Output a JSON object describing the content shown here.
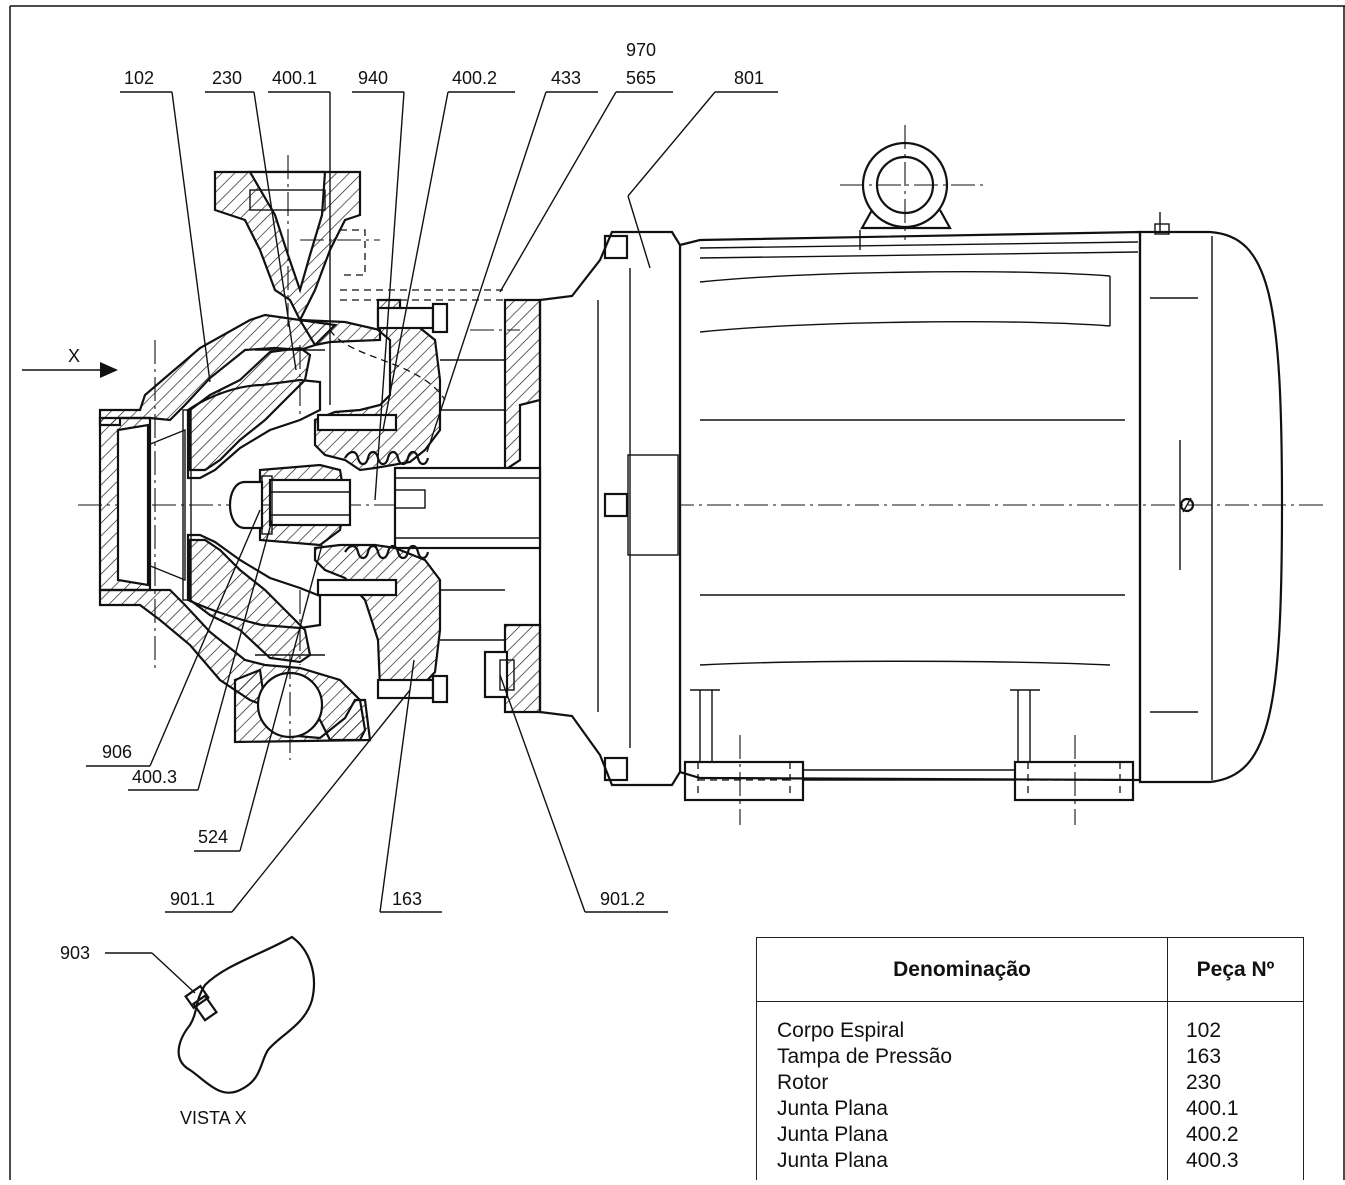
{
  "callouts": {
    "p102": "102",
    "p230": "230",
    "p400_1": "400.1",
    "p940": "940",
    "p400_2": "400.2",
    "p433": "433",
    "p970": "970",
    "p565": "565",
    "p801": "801",
    "p906": "906",
    "p400_3": "400.3",
    "p524": "524",
    "p901_1": "901.1",
    "p163": "163",
    "p901_2": "901.2",
    "p903": "903"
  },
  "view_arrow_label": "X",
  "view_caption": "VISTA X",
  "table": {
    "headers": [
      "Denominação",
      "Peça Nº"
    ],
    "rows": [
      {
        "name": "Corpo Espiral",
        "no": "102"
      },
      {
        "name": "Tampa de Pressão",
        "no": "163"
      },
      {
        "name": "Rotor",
        "no": "230"
      },
      {
        "name": "Junta Plana",
        "no": "400.1"
      },
      {
        "name": "Junta Plana",
        "no": "400.2"
      },
      {
        "name": "Junta Plana",
        "no": "400.3"
      }
    ]
  }
}
